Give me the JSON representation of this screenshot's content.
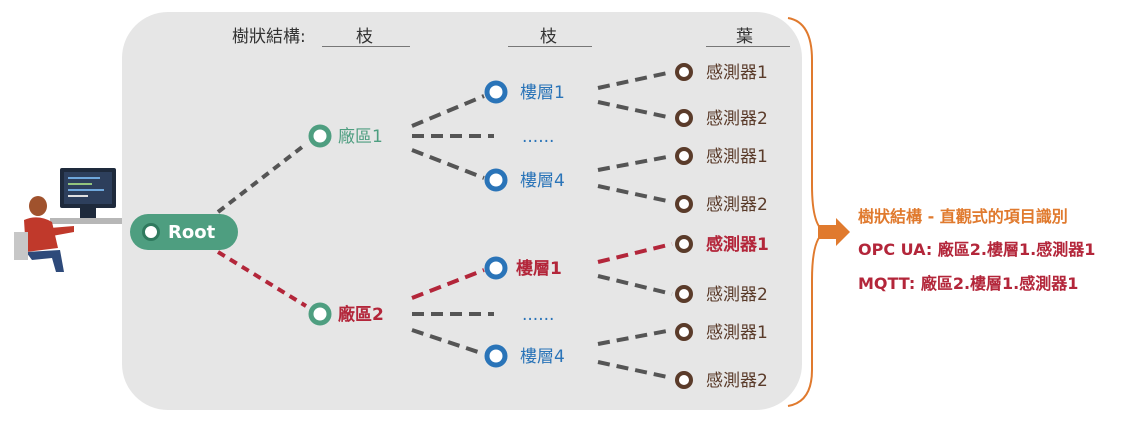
{
  "header": {
    "title": "樹狀結構:",
    "col_branch1": "枝",
    "col_branch2": "枝",
    "col_leaf": "葉"
  },
  "root": {
    "label": "Root"
  },
  "factories": [
    {
      "label": "廠區1",
      "highlight": false
    },
    {
      "label": "廠區2",
      "highlight": true
    }
  ],
  "floors": [
    {
      "label": "樓層1",
      "highlight": false
    },
    {
      "label": "樓層4",
      "highlight": false
    },
    {
      "label": "樓層1",
      "highlight": true
    },
    {
      "label": "樓層4",
      "highlight": false
    }
  ],
  "ellipsis": "......",
  "sensors": [
    {
      "label": "感測器1",
      "highlight": false
    },
    {
      "label": "感測器2",
      "highlight": false
    },
    {
      "label": "感測器1",
      "highlight": false
    },
    {
      "label": "感測器2",
      "highlight": false
    },
    {
      "label": "感測器1",
      "highlight": true
    },
    {
      "label": "感測器2",
      "highlight": false
    },
    {
      "label": "感測器1",
      "highlight": false
    },
    {
      "label": "感測器2",
      "highlight": false
    }
  ],
  "summary": {
    "line1": "樹狀結構 - 直觀式的項目識別",
    "line2": "OPC UA: 廠區2.樓層1.感測器1",
    "line3": "MQTT: 廠區2.樓層1.感測器1"
  },
  "colors": {
    "root_green": "#4e9e80",
    "floor_blue": "#2a74b8",
    "sensor_brown": "#5a3b2a",
    "highlight_red": "#b3263a",
    "summary_orange": "#e07a2e"
  },
  "icons": {
    "user": "person-at-computer-icon",
    "arrow": "arrow-right-icon"
  }
}
